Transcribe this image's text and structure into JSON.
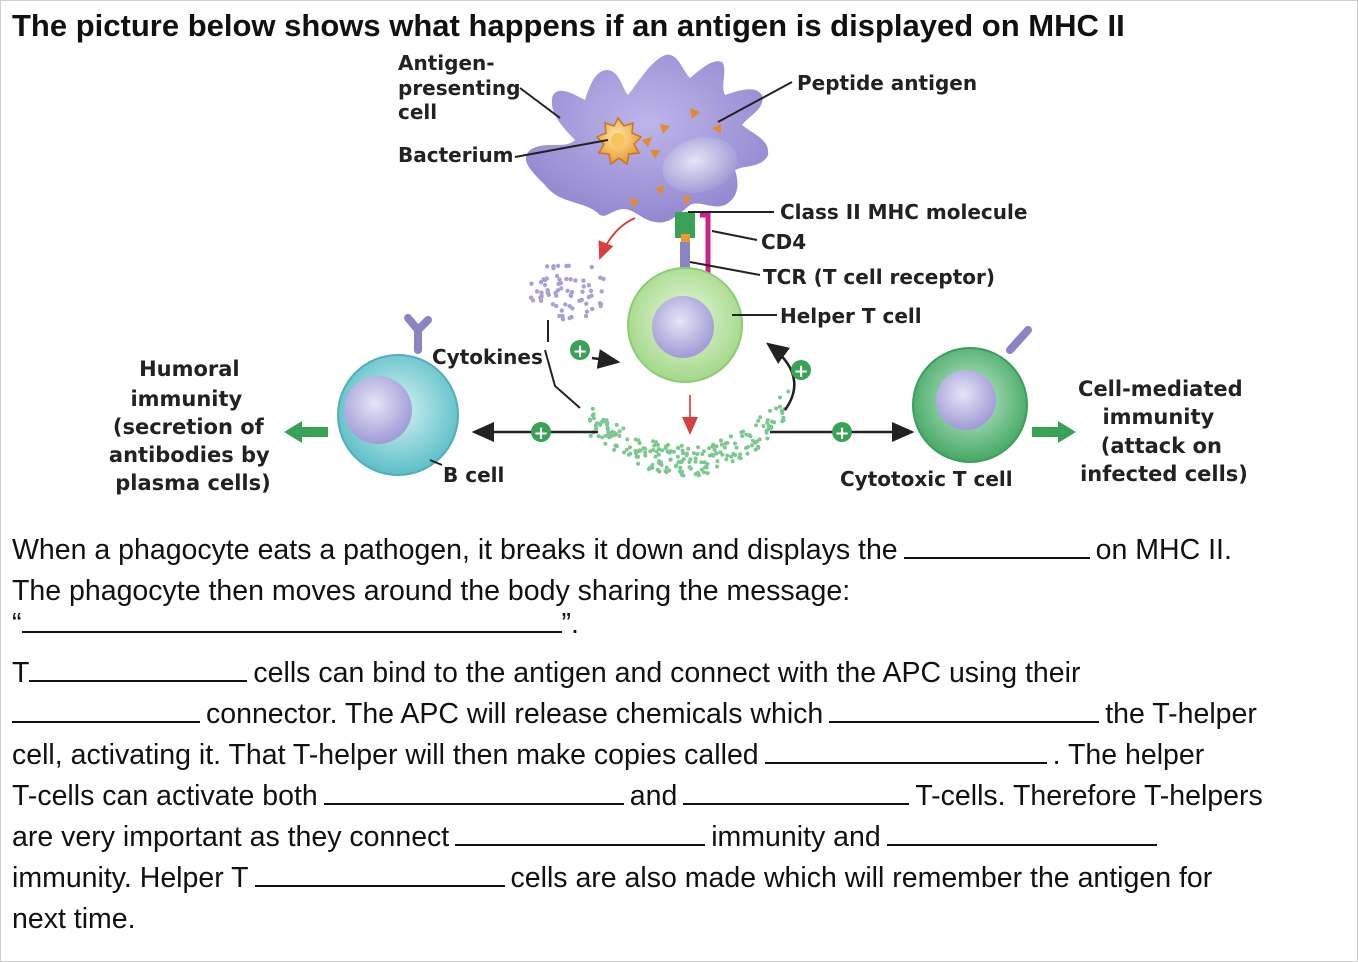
{
  "title": "The picture below shows what happens if an antigen is displayed on MHC II",
  "diagram": {
    "apc_label": [
      "Antigen-",
      "presenting",
      "cell"
    ],
    "bacterium": "Bacterium",
    "peptide_antigen": "Peptide antigen",
    "class2_mhc": "Class II MHC molecule",
    "cd4": "CD4",
    "tcr": "TCR (T cell receptor)",
    "helper_t": "Helper T cell",
    "cytokines": "Cytokines",
    "b_cell": "B cell",
    "cytotoxic_t": "Cytotoxic T cell",
    "humoral": [
      "Humoral",
      "immunity",
      "(secretion of",
      "antibodies by",
      "plasma cells)"
    ],
    "cell_mediated": [
      "Cell-mediated",
      "immunity",
      "(attack on",
      "infected cells)"
    ],
    "plus": "+"
  },
  "text": {
    "l1a": "When a phagocyte eats a pathogen, it breaks it down and displays the",
    "l1b": "on MHC II.",
    "l2": "The phagocyte then moves around the body sharing the message:",
    "q_open": "“",
    "q_close": "”.",
    "l4a": "T",
    "l4b": "cells can bind to the antigen and connect with the APC using their",
    "l5a": "connector. The APC will release chemicals which",
    "l5b": "the T-helper",
    "l6a": "cell, activating it. That T-helper will then make copies called",
    "l6b": ". The helper",
    "l7a": "T-cells can activate both",
    "l7b": "and",
    "l7c": "T-cells. Therefore T-helpers",
    "l8a": "are very important as they connect",
    "l8b": "immunity and",
    "l9a": "immunity. Helper T",
    "l9b": "cells are also made which will remember the antigen for",
    "l10": "next time."
  },
  "colors": {
    "apc": "#a49ad8",
    "nucleus": "#b7b4e4",
    "helper_ring": "#a8dc8c",
    "b_ring": "#6cc8d0",
    "cyto_ring": "#58b872",
    "plus": "#3aa256",
    "dots": "#7cc890",
    "tcr_line": "#cc2288"
  }
}
